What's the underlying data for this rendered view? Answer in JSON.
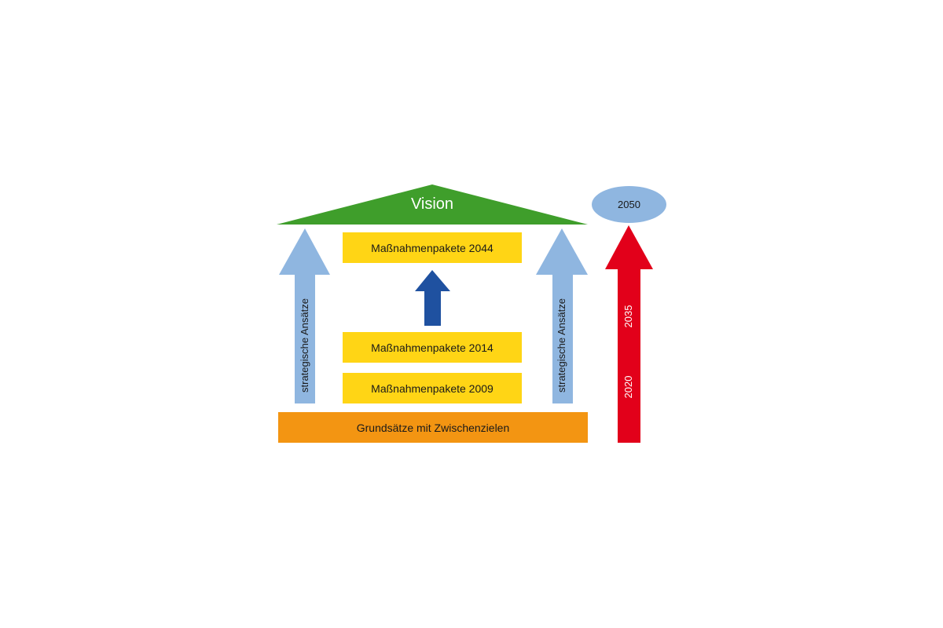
{
  "vision": {
    "label": "Vision"
  },
  "packages": {
    "p2044": "Maßnahmenpakete 2044",
    "p2014": "Maßnahmenpakete 2014",
    "p2009": "Maßnahmenpakete 2009"
  },
  "foundation": {
    "label": "Grundsätze mit Zwischenzielen"
  },
  "pillars": {
    "left": "strategische Ansätze",
    "right": "strategische Ansätze"
  },
  "timeline": {
    "target_year": "2050",
    "year_2035": "2035",
    "year_2020": "2020"
  },
  "colors": {
    "roof": "#3f9e2b",
    "package": "#ffd515",
    "foundation": "#f39512",
    "pillar_arrow": "#8fb6e0",
    "center_arrow": "#1f51a0",
    "timeline_arrow": "#e2001a",
    "ellipse": "#8fb6e0"
  }
}
